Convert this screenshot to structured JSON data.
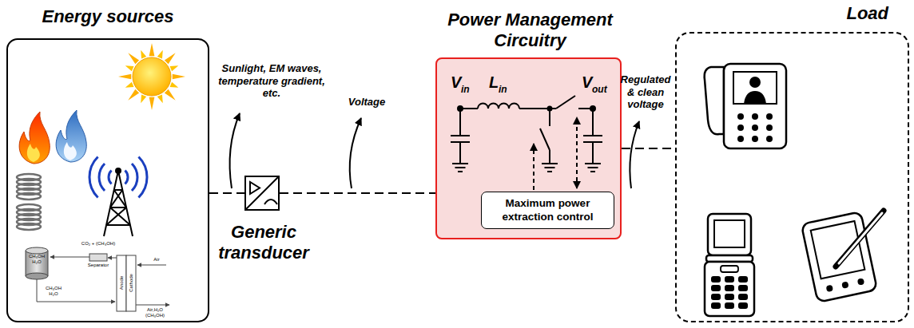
{
  "diagram": {
    "nodes": [
      {
        "text": [
          "Energy sources"
        ]
      },
      {
        "text": [
          "Generic transducer"
        ]
      },
      {
        "text": [
          "Power Management Circuitry"
        ]
      },
      {
        "text": [
          "Maximum power extraction control"
        ],
        "in": 2
      },
      {
        "text": [
          "Load"
        ]
      }
    ],
    "edges": [
      {
        "from": 0,
        "to": 1,
        "arrow": "none",
        "label": "Sunlight, EM waves, temperature gradient, etc."
      },
      {
        "from": 1,
        "to": 2,
        "arrow": "none",
        "label": "Voltage"
      },
      {
        "from": 2,
        "to": 4,
        "arrow": "none",
        "label": "Regulated & clean voltage"
      }
    ],
    "labels": [
      "V",
      "in",
      "L",
      "in",
      "V",
      "out",
      "CO₂ + (CH₃OH)",
      "Separator",
      "Air",
      "CH₃OH H₂O",
      "CH₃OH H₂O",
      "Anode",
      "Cathode",
      "Air,H₂O (CH₃OH)"
    ]
  }
}
